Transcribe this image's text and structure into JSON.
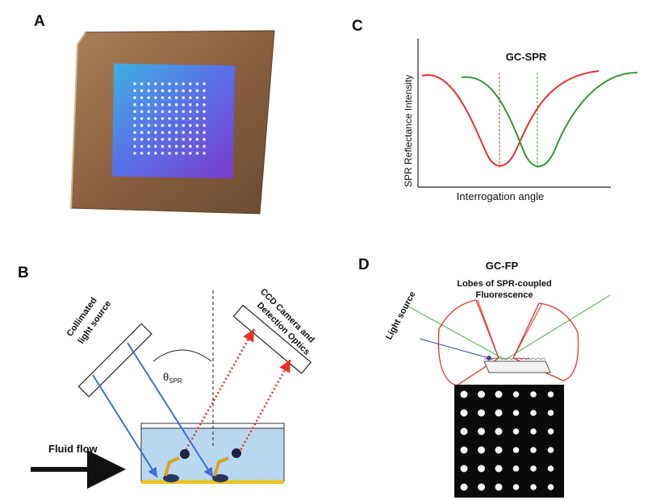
{
  "panels": {
    "a": {
      "letter": "A"
    },
    "b": {
      "letter": "B",
      "collimated_line1": "Collimated",
      "collimated_line2": "light source",
      "ccd_line1": "CCD Camera and",
      "ccd_line2": "Detection Optics",
      "theta": "θ",
      "theta_sub": "SPR",
      "fluid_flow": "Fluid flow"
    },
    "c": {
      "letter": "C",
      "title": "GC-SPR",
      "ylabel": "SPR Reflectance Intensity",
      "xlabel": "Interrogation angle"
    },
    "d": {
      "letter": "D",
      "title": "GC-FP",
      "lobes_line1": "Lobes of SPR-coupled",
      "lobes_line2": "Fluorescence",
      "light_source": "Light source"
    }
  },
  "chart_data": {
    "type": "line",
    "title": "GC-SPR",
    "xlabel": "Interrogation angle",
    "ylabel": "SPR Reflectance Intensity",
    "series": [
      {
        "color": "#e8312a",
        "x": [
          0,
          10,
          20,
          30,
          40,
          50,
          60,
          70,
          80,
          90,
          100
        ],
        "y": [
          0.72,
          0.68,
          0.5,
          0.2,
          0.1,
          0.3,
          0.6,
          0.72,
          0.78,
          0.8,
          0.82
        ]
      },
      {
        "color": "#2e9a2e",
        "x": [
          19,
          30,
          40,
          50,
          60,
          70,
          80,
          90,
          100,
          110
        ],
        "y": [
          0.72,
          0.7,
          0.55,
          0.28,
          0.08,
          0.22,
          0.55,
          0.7,
          0.75,
          0.77
        ]
      }
    ],
    "minima_markers": [
      {
        "color": "#e8312a",
        "x": 43
      },
      {
        "color": "#2e9a2e",
        "x": 66
      }
    ]
  },
  "colors": {
    "red": "#e8312a",
    "green": "#2e9a2e",
    "blue": "#3b6fd6",
    "fluid": "#b8d8f0",
    "gold": "#e8c322"
  }
}
